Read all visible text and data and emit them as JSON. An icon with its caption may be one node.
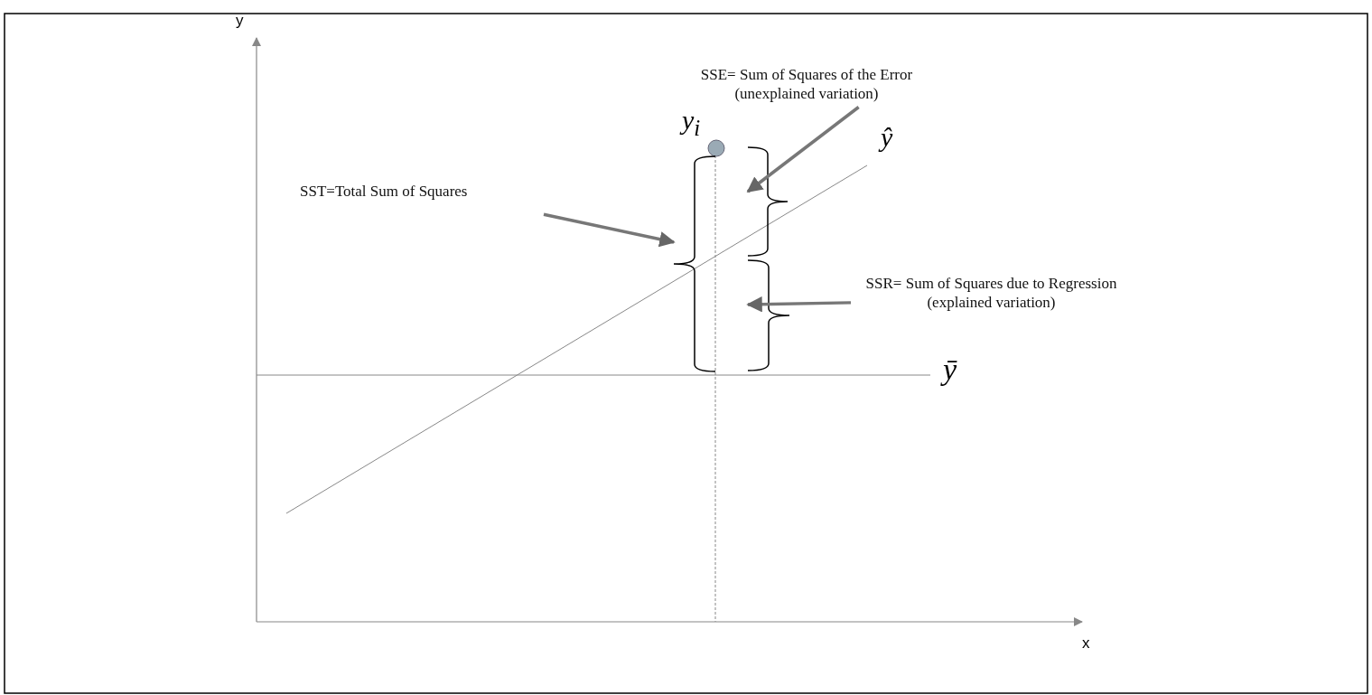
{
  "diagram": {
    "nodes": [
      {
        "text": [
          "SST=Total Sum of Squares"
        ]
      },
      {
        "text": [
          "SSE= Sum of Squares of the Error (unexplained variation)"
        ]
      },
      {
        "text": [
          "SSR= Sum of Squares due to Regression (explained variation)"
        ]
      },
      {
        "text": [],
        "shape": "brace"
      },
      {
        "text": [],
        "shape": "brace"
      },
      {
        "text": [],
        "shape": "brace"
      }
    ],
    "edges": [
      {
        "from": 0,
        "to": 3,
        "arrow": "to"
      },
      {
        "from": 1,
        "to": 4,
        "arrow": "to"
      },
      {
        "from": 2,
        "to": 5,
        "arrow": "to"
      }
    ],
    "labels": [
      "y",
      "x",
      "y$_{i}$",
      "ŷ",
      "ȳ"
    ]
  }
}
